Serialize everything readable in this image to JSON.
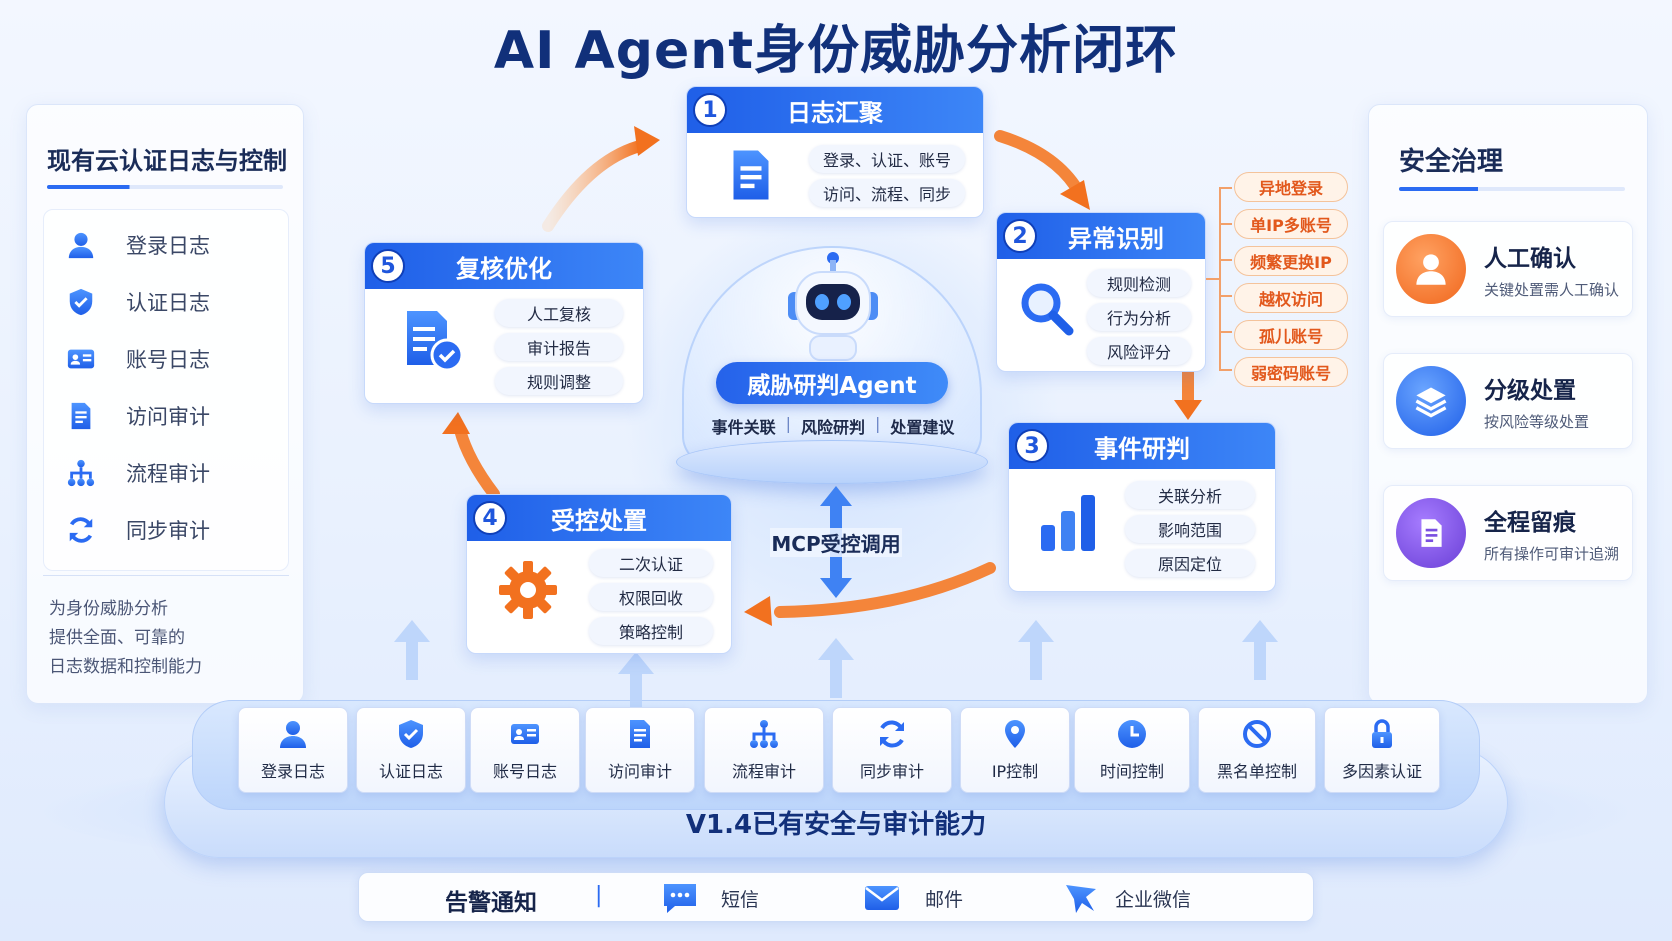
{
  "title": "AI Agent身份威胁分析闭环",
  "left_panel": {
    "title": "现有云认证日志与控制",
    "items": [
      {
        "label": "登录日志",
        "icon": "user-icon"
      },
      {
        "label": "认证日志",
        "icon": "shield-check-icon"
      },
      {
        "label": "账号日志",
        "icon": "id-card-icon"
      },
      {
        "label": "访问审计",
        "icon": "document-icon"
      },
      {
        "label": "流程审计",
        "icon": "flow-tree-icon"
      },
      {
        "label": "同步审计",
        "icon": "sync-icon"
      }
    ],
    "footer_lines": [
      "为身份威胁分析",
      "提供全面、可靠的",
      "日志数据和控制能力"
    ]
  },
  "steps": [
    {
      "num": "1",
      "title": "日志汇聚",
      "icon": "document-icon",
      "items": [
        "登录、认证、账号",
        "访问、流程、同步"
      ]
    },
    {
      "num": "2",
      "title": "异常识别",
      "icon": "search-icon",
      "items": [
        "规则检测",
        "行为分析",
        "风险评分"
      ]
    },
    {
      "num": "3",
      "title": "事件研判",
      "icon": "bar-chart-icon",
      "items": [
        "关联分析",
        "影响范围",
        "原因定位"
      ]
    },
    {
      "num": "4",
      "title": "受控处置",
      "icon": "gear-icon",
      "items": [
        "二次认证",
        "权限回收",
        "策略控制"
      ]
    },
    {
      "num": "5",
      "title": "复核优化",
      "icon": "audit-check-icon",
      "items": [
        "人工复核",
        "审计报告",
        "规则调整"
      ]
    }
  ],
  "anomaly_tags": [
    "异地登录",
    "单IP多账号",
    "频繁更换IP",
    "越权访问",
    "孤儿账号",
    "弱密码账号"
  ],
  "agent": {
    "title": "威胁研判Agent",
    "functions": [
      "事件关联",
      "风险研判",
      "处置建议"
    ],
    "sep": "|"
  },
  "mcp_label": "MCP受控调用",
  "right_panel": {
    "title": "安全治理",
    "items": [
      {
        "title": "人工确认",
        "desc": "关键处置需人工确认",
        "icon": "person-icon",
        "color": "#f27a2a"
      },
      {
        "title": "分级处置",
        "desc": "按风险等级处置",
        "icon": "layers-icon",
        "color": "#2f6ff0"
      },
      {
        "title": "全程留痕",
        "desc": "所有操作可审计追溯",
        "icon": "document-icon",
        "color": "#7a4fe0"
      }
    ]
  },
  "base": {
    "label": "V1.4已有安全与审计能力",
    "tiles": [
      {
        "label": "登录日志",
        "icon": "user-icon"
      },
      {
        "label": "认证日志",
        "icon": "shield-check-icon"
      },
      {
        "label": "账号日志",
        "icon": "id-card-icon"
      },
      {
        "label": "访问审计",
        "icon": "document-icon"
      },
      {
        "label": "流程审计",
        "icon": "flow-tree-icon"
      },
      {
        "label": "同步审计",
        "icon": "sync-icon"
      },
      {
        "label": "IP控制",
        "icon": "location-pin-icon"
      },
      {
        "label": "时间控制",
        "icon": "clock-icon"
      },
      {
        "label": "黑名单控制",
        "icon": "ban-icon"
      },
      {
        "label": "多因素认证",
        "icon": "lock-icon"
      }
    ]
  },
  "alert_bar": {
    "title": "告警通知",
    "sep": "|",
    "channels": [
      {
        "label": "短信",
        "icon": "chat-bubble-icon"
      },
      {
        "label": "邮件",
        "icon": "mail-icon"
      },
      {
        "label": "企业微信",
        "icon": "wecom-icon"
      }
    ]
  },
  "colors": {
    "primary": "#2b6bf2",
    "orange": "#f27a2a",
    "purple": "#7a4fe0",
    "title": "#11307a"
  }
}
